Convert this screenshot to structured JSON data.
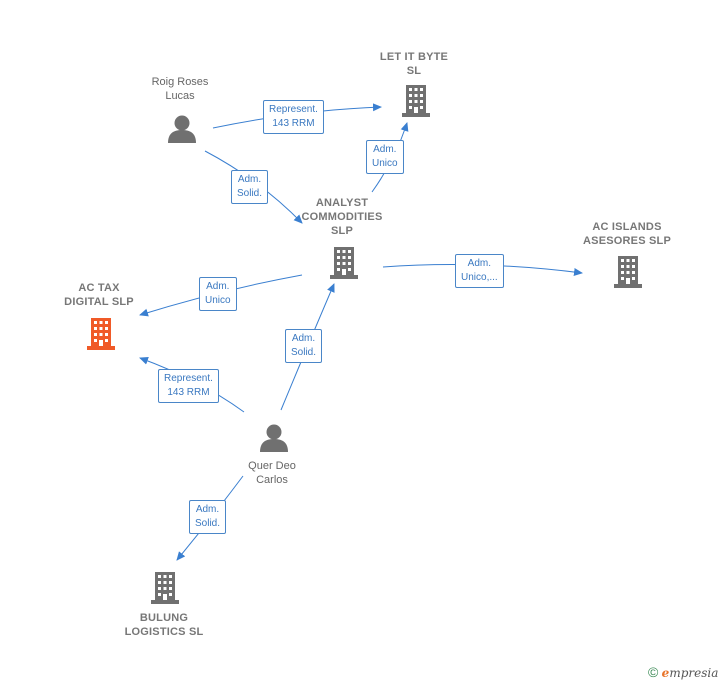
{
  "nodes": {
    "roig": {
      "lines": [
        "Roig Roses",
        "Lucas"
      ],
      "kind": "person"
    },
    "letit": {
      "lines": [
        "LET IT BYTE",
        "SL"
      ],
      "kind": "company"
    },
    "analyst": {
      "lines": [
        "ANALYST",
        "COMMODITIES",
        "SLP"
      ],
      "kind": "company"
    },
    "acislands": {
      "lines": [
        "AC ISLANDS",
        "ASESORES  SLP"
      ],
      "kind": "company"
    },
    "actax": {
      "lines": [
        "AC TAX",
        "DIGITAL  SLP"
      ],
      "kind": "company-highlight"
    },
    "quer": {
      "lines": [
        "Quer Deo",
        "Carlos"
      ],
      "kind": "person"
    },
    "bulung": {
      "lines": [
        "BULUNG",
        "LOGISTICS  SL"
      ],
      "kind": "company"
    }
  },
  "edges": [
    {
      "id": "roig-letit",
      "lines": [
        "Represent.",
        "143 RRM"
      ]
    },
    {
      "id": "roig-analyst",
      "lines": [
        "Adm.",
        "Solid."
      ]
    },
    {
      "id": "analyst-letit",
      "lines": [
        "Adm.",
        "Unico"
      ]
    },
    {
      "id": "analyst-acislands",
      "lines": [
        "Adm.",
        "Unico,..."
      ]
    },
    {
      "id": "analyst-actax",
      "lines": [
        "Adm.",
        "Unico"
      ]
    },
    {
      "id": "quer-analyst",
      "lines": [
        "Adm.",
        "Solid."
      ]
    },
    {
      "id": "quer-actax",
      "lines": [
        "Represent.",
        "143 RRM"
      ]
    },
    {
      "id": "quer-bulung",
      "lines": [
        "Adm.",
        "Solid."
      ]
    }
  ],
  "colors": {
    "edge": "#3a7fd0",
    "company_icon": "#707070",
    "highlight_icon": "#f05a28",
    "person_icon": "#707070"
  },
  "footer": {
    "symbol": "©",
    "brand_initial": "e",
    "brand_rest": "mpresia"
  }
}
